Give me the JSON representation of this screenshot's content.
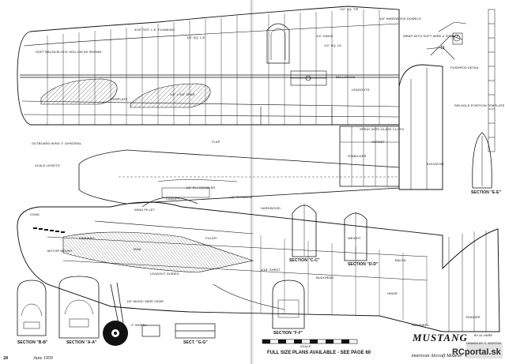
{
  "page": {
    "number_left": "28",
    "date": "June 1959"
  },
  "title": {
    "main": "MUSTANG",
    "designer": "BY AL HARE",
    "drawn_by": "DRAWN BY C. ASHTON"
  },
  "publication": "American Aircraft Modeler",
  "plans_notice": "FULL SIZE PLANS AVAILABLE - SEE PAGE 60",
  "scale_label": "SCALE",
  "watermark": "RCportal.sk",
  "sections": {
    "bb": "SECTION \"B-B\"",
    "aa": "SECTION \"A-A\"",
    "cc": "SECTION \"C-C\"",
    "dd": "SECTION \"D-D\"",
    "ee": "SECTION \"E-E\"",
    "ff": "SECTION \"F-F\"",
    "gg": "SECT. \"G-G\""
  },
  "labels": {
    "tip": "1/4\" SQ. TIP",
    "le_planking": "3/32\" SHT. L.E. PLANKING",
    "le": "1/4\" SQ. L.E.",
    "aileron": "1/4\" SQ. LE",
    "hinge": "1/4\" HINGE",
    "soft_balsa": "SOFT BALSA BLOCK HOLLOW AS SHOWN",
    "dowels": "1/8\" HARDWOOD DOWELS",
    "flap": "FLAP",
    "wrap": "WRAP WITH SOFT WIRE & SOLDER",
    "pushrod": "PUSHROD DETAIL",
    "rib_detail": "RIB HOLE POSITION TEMPLATE",
    "spar": "1/8\" x 3/8\" SPAR",
    "template": "TEMPLATE",
    "dihedral": "OUTBOARD WING 1\" DIHEDRAL",
    "scale_length": "SCALE LENGTH",
    "doubler": "1/8\" PLY DOUBLER",
    "plywood": "1/8\" PLYWOOD",
    "bellcrank": "BELLCRANK",
    "wing_fillet": "WING FILLET",
    "leadout": "LEADOUT GUIDES",
    "tank": "TANK",
    "filler": "FILLER",
    "stab": "STABILIZER",
    "elevator": "ELEVATOR",
    "rudder": "RUDDER",
    "balsa": "BALSA",
    "gear": "1/8\" MUSIC WIRE GEAR",
    "wheel": "2\" WHEEL",
    "tailwheel": "TAILWHEEL",
    "firewall": "FIREWALL",
    "mount": "MOTOR MOUNT",
    "sheet": "1/16\" SHEET",
    "hardwood": "HARDWOOD",
    "bulkhead": "BULKHEAD",
    "cowl": "COWL",
    "canopy": "CANOPY",
    "gusset": "GUSSET",
    "leadouts": "LEADOUTS",
    "epoxy": "SPRAY WITH GLASS CLOTH",
    "weight": "WEIGHT",
    "hinge2": "HINGE"
  }
}
